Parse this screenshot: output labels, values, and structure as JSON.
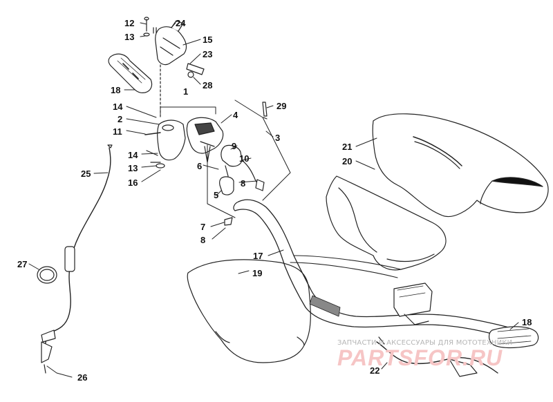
{
  "labels": {
    "l1": "1",
    "l2": "2",
    "l3": "3",
    "l4": "4",
    "l5": "5",
    "l6": "6",
    "l7": "7",
    "l8a": "8",
    "l8b": "8",
    "l9": "9",
    "l10": "10",
    "l11": "11",
    "l12": "12",
    "l13a": "13",
    "l13b": "13",
    "l14a": "14",
    "l14b": "14",
    "l15": "15",
    "l16": "16",
    "l17": "17",
    "l18a": "18",
    "l18b": "18",
    "l19": "19",
    "l20": "20",
    "l21": "21",
    "l22": "22",
    "l23": "23",
    "l24": "24",
    "l25": "25",
    "l26": "26",
    "l27": "27",
    "l28": "28",
    "l29": "29"
  },
  "watermark": {
    "caption": "ЗАПЧАСТИ И АКСЕССУАРЫ ДЛЯ МОТОТЕХНИКИ",
    "logo": "PARTSFOR.RU"
  },
  "colors": {
    "line": "#222222",
    "watermark_logo": "#f6c5c5",
    "watermark_caption": "#b5b5b5"
  }
}
